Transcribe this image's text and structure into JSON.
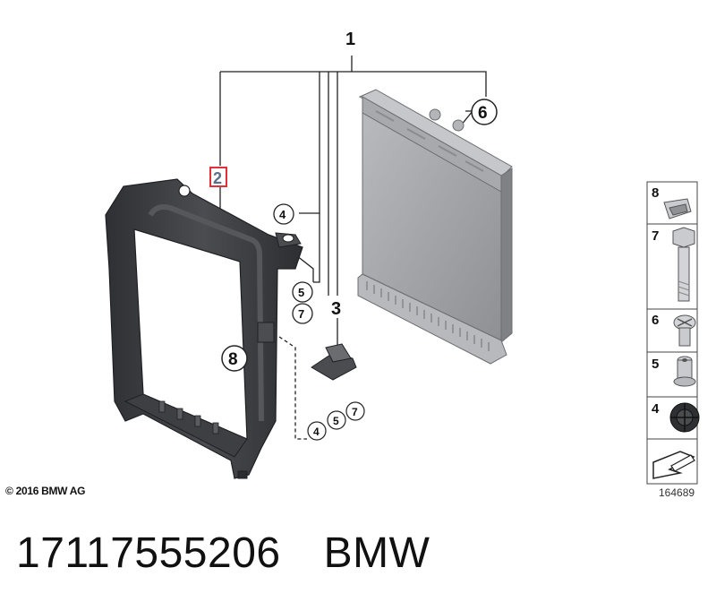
{
  "callouts": {
    "c1": "1",
    "c2": "2",
    "c3": "3",
    "c4": "4",
    "c5": "5",
    "c6": "6",
    "c7": "7",
    "c8": "8",
    "c4b": "4",
    "c5b": "5",
    "c7b": "7"
  },
  "legend": {
    "items": [
      {
        "number": "8",
        "icon": "clip-nut-icon"
      },
      {
        "number": "7",
        "icon": "hex-bolt-icon"
      },
      {
        "number": "6",
        "icon": "phillips-screw-icon"
      },
      {
        "number": "5",
        "icon": "bushing-icon"
      },
      {
        "number": "4",
        "icon": "rubber-grommet-icon"
      }
    ],
    "arrow_icon": "arrow-icon"
  },
  "copyright": "© 2016 BMW AG",
  "diagram_number": "164689",
  "footer": {
    "part_number": "17117555206",
    "brand": "BMW"
  },
  "colors": {
    "highlight": "#e0303a",
    "frame": "#3c3e42",
    "radiator": "#9ea0a3"
  }
}
